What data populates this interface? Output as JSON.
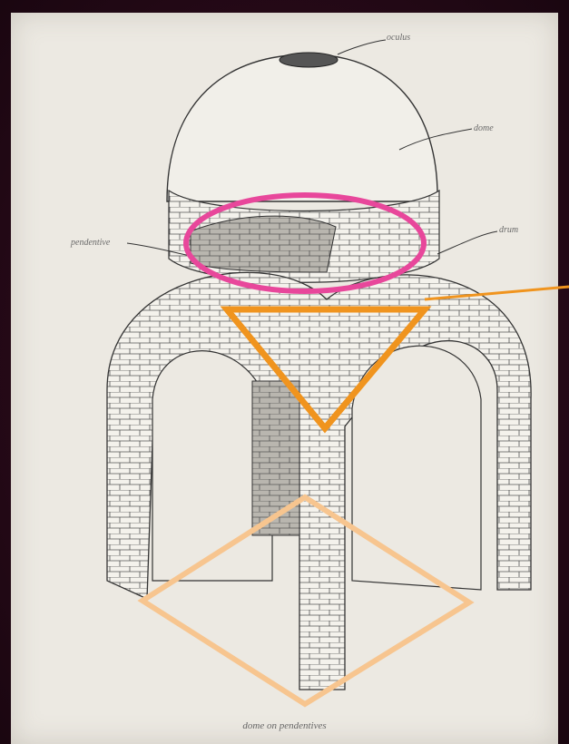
{
  "labels": {
    "oculus": "oculus",
    "dome": "dome",
    "drum": "drum",
    "pendentive": "pendentive"
  },
  "caption": "dome on pendentives",
  "highlights": {
    "ellipse_color": "#e8479b",
    "triangle_color": "#f0941e",
    "diamond_color": "#f7c58f"
  }
}
